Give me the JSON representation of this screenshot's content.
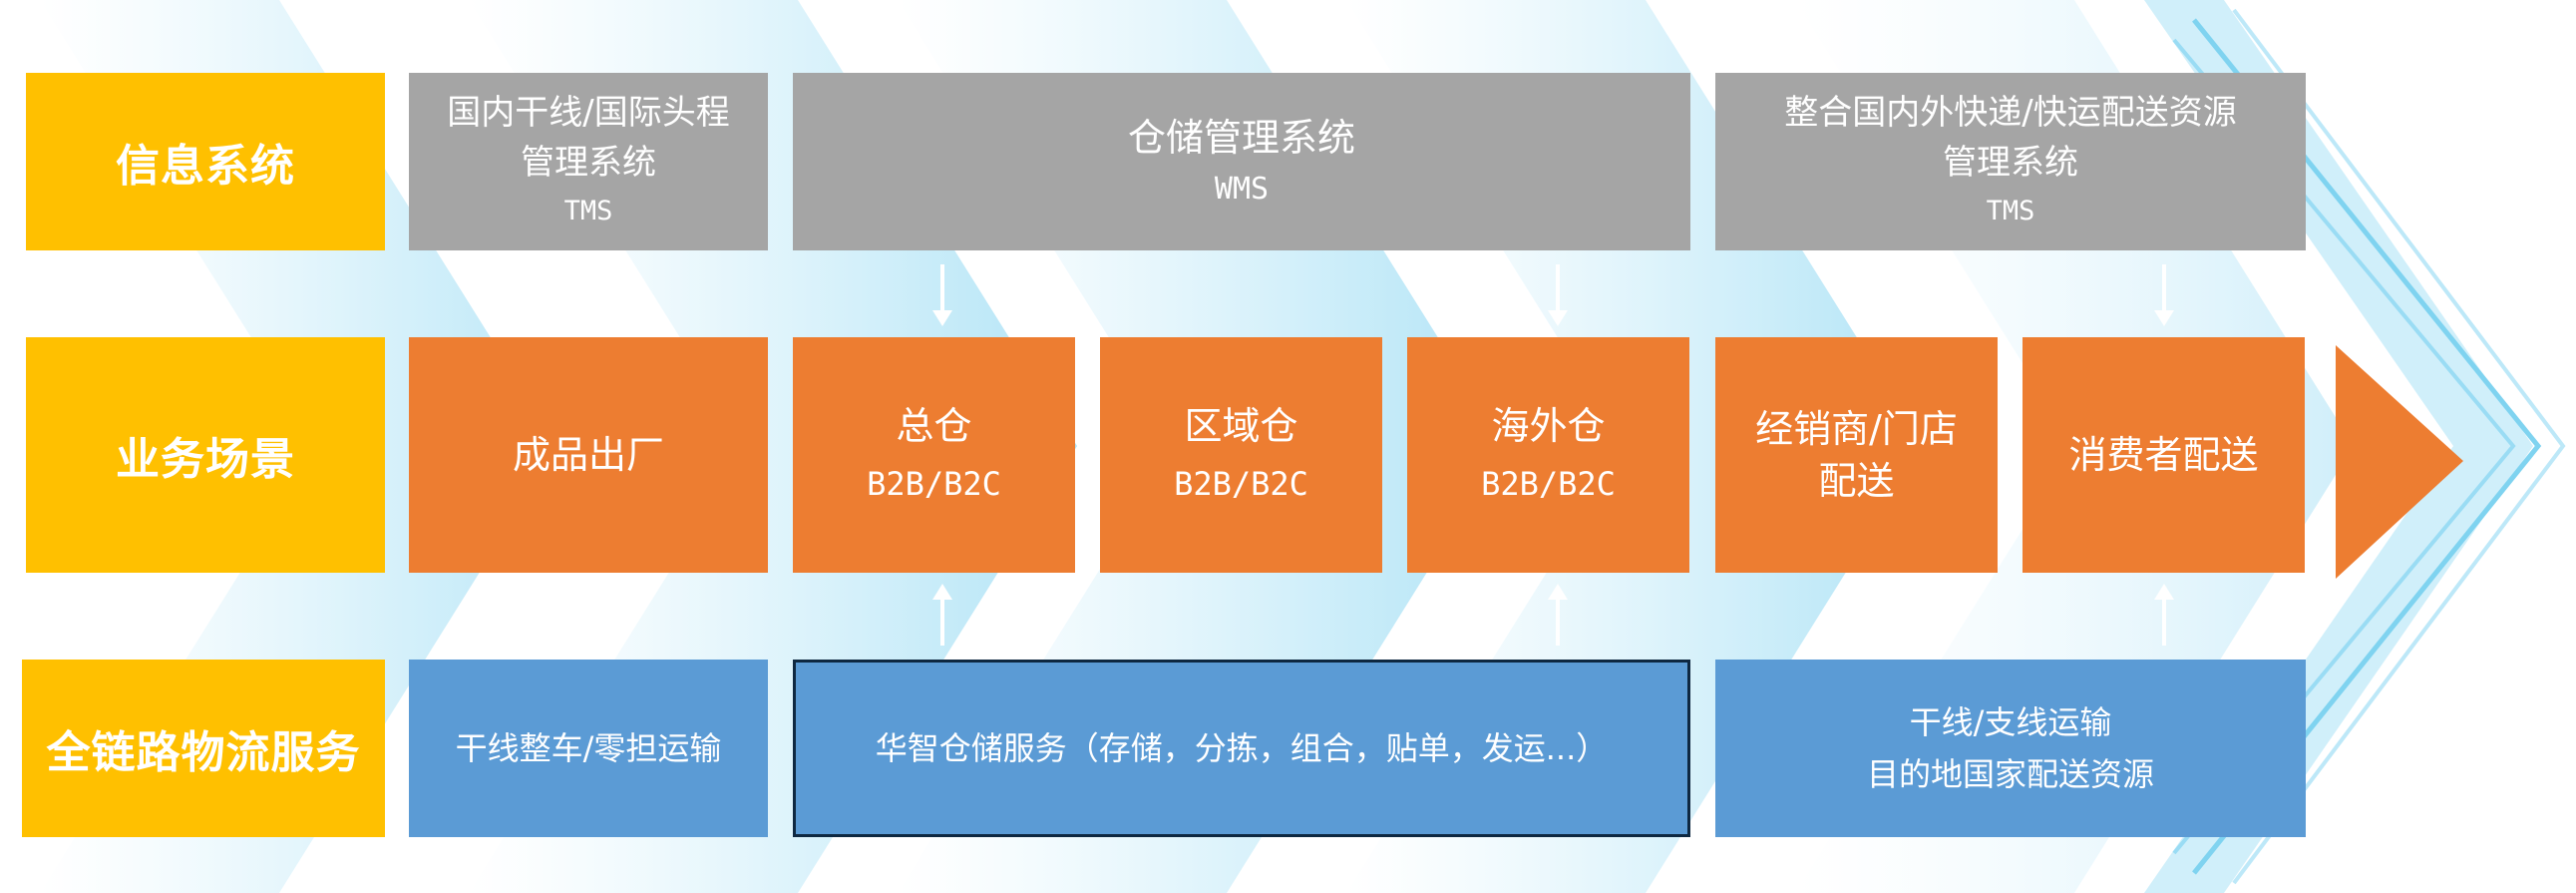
{
  "rows": {
    "info_label": "信息系统",
    "business_label": "业务场景",
    "service_label": "全链路物流服务"
  },
  "info": {
    "tms1": [
      "国内干线/国际头程",
      "管理系统",
      "TMS"
    ],
    "wms": [
      "仓储管理系统",
      "WMS"
    ],
    "tms2": [
      "整合国内外快递/快运配送资源",
      "管理系统",
      "TMS"
    ]
  },
  "business": {
    "factory": "成品出厂",
    "main_wh": [
      "总仓",
      "B2B/B2C"
    ],
    "regional_wh": [
      "区域仓",
      "B2B/B2C"
    ],
    "overseas_wh": [
      "海外仓",
      "B2B/B2C"
    ],
    "dealer": [
      "经销商/门店",
      "配送"
    ],
    "consumer": "消费者配送"
  },
  "service": {
    "trunk": "干线整车/零担运输",
    "warehouse": "华智仓储服务（存储，分拣，组合，贴单，发运...）",
    "delivery": [
      "干线/支线运输",
      "目的地国家配送资源"
    ]
  },
  "colors": {
    "label": "#FFC000",
    "system": "#A5A5A5",
    "business": "#ED7D31",
    "service": "#5B9BD5",
    "chevron": "#5AC8F0"
  }
}
